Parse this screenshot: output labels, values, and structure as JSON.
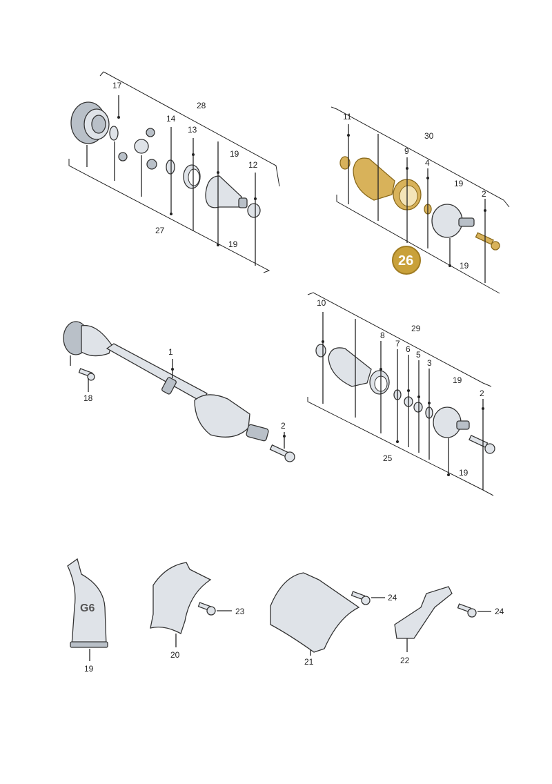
{
  "callouts": {
    "c17": "17",
    "c28": "28",
    "c14": "14",
    "c13": "13",
    "c19a": "19",
    "c12": "12",
    "c27": "27",
    "c19b": "19",
    "c11": "11",
    "c30": "30",
    "c9": "9",
    "c4": "4",
    "c19c": "19",
    "c2a": "2",
    "c26": "26",
    "c19d": "19",
    "c1": "1",
    "c18": "18",
    "c2b": "2",
    "c10": "10",
    "c29": "29",
    "c8": "8",
    "c7": "7",
    "c6": "6",
    "c5": "5",
    "c3": "3",
    "c19e": "19",
    "c2c": "2",
    "c25": "25",
    "c19f": "19",
    "c19g": "19",
    "c20": "20",
    "c23": "23",
    "c21": "21",
    "c24a": "24",
    "c22": "22",
    "c24b": "24"
  },
  "tube_label": "G6",
  "highlight": {
    "part": "26",
    "color": "#c9a13a"
  }
}
